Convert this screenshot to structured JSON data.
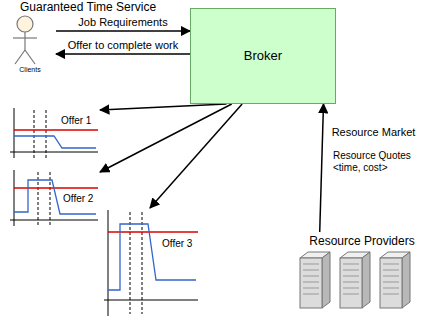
{
  "diagram": {
    "title": "Guaranteed Time Service",
    "nodes": [
      {
        "text": [
          "Clients"
        ]
      },
      {
        "text": [
          "Broker"
        ]
      },
      {
        "text": [
          "Offer 1"
        ]
      },
      {
        "text": [
          "Offer 2"
        ]
      },
      {
        "text": [
          "Offer 3"
        ]
      },
      {
        "text": [
          "Resource Providers"
        ]
      }
    ],
    "edges": [
      {
        "from": 0,
        "to": 1,
        "arrow": "to",
        "label": "Job Requirements"
      },
      {
        "from": 1,
        "to": 0,
        "arrow": "to",
        "label": "Offer to complete work"
      },
      {
        "from": 1,
        "to": 2,
        "arrow": "to"
      },
      {
        "from": 1,
        "to": 3,
        "arrow": "to"
      },
      {
        "from": 1,
        "to": 4,
        "arrow": "to"
      },
      {
        "from": 5,
        "to": 1,
        "arrow": "to",
        "label": "Resource Market"
      }
    ],
    "labels": [
      "Resource Quotes <time, cost>"
    ]
  }
}
